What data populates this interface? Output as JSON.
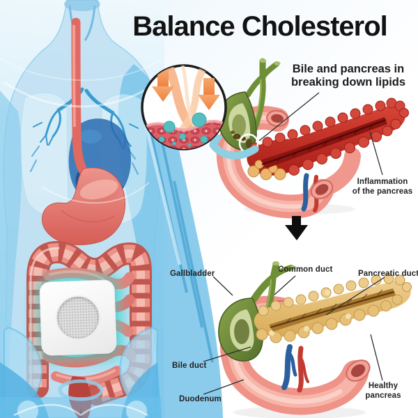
{
  "title": "Balance Cholesterol",
  "caption": {
    "line1": "Bile and pancreas in",
    "line2": "breaking down lipids"
  },
  "inflamed": {
    "label_line1": "Inflammation",
    "label_line2": "of the pancreas"
  },
  "healthy": {
    "gallbladder": "Gallbladder",
    "common_duct": "Common duct",
    "pancreatic_duct": "Pancreatic duct",
    "bile_duct": "Bile duct",
    "duodenum": "Duodenum",
    "pancreas_line1": "Healthy",
    "pancreas_line2": "pancreas"
  },
  "icons": {
    "transition_arrow": "black-down-arrow",
    "inset_flow_arrows": "orange-down-arrows",
    "zoom_pointer": "teal-curved-arrow",
    "magnifier": "circular-zoom-inset"
  },
  "colors": {
    "title_text": "#121212",
    "label_text": "#222222",
    "body_blue": "#57b3de",
    "digestive_red": "#d95f58",
    "inflamed_pancreas": "#c02c23",
    "healthy_pancreas": "#e3bd74",
    "gallbladder_green": "#6f8f36",
    "duodenum_pink": "#ef9287",
    "patch_glow_teal": "#45d6cf",
    "inset_arrow_orange": "#ee7f3c",
    "zoom_arrow_blue": "#8ecfe2"
  }
}
